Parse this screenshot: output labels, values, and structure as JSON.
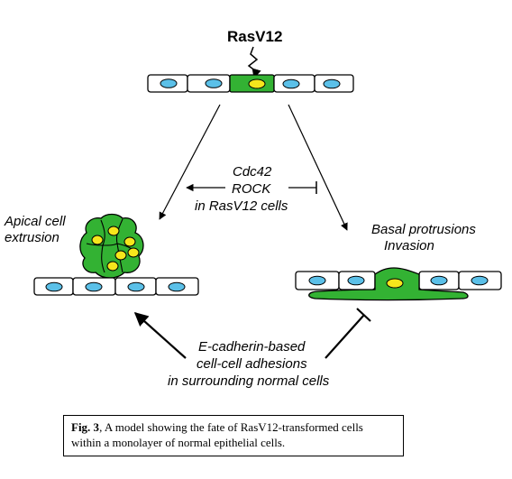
{
  "labels": {
    "rasv12": "RasV12",
    "center": [
      "Cdc42",
      "ROCK",
      "in RasV12 cells"
    ],
    "apical": [
      "Apical cell",
      "extrusion"
    ],
    "basal": [
      "Basal protrusions",
      "Invasion"
    ],
    "bottom": [
      "E-cadherin-based",
      "cell-cell adhesions",
      "in surrounding normal cells"
    ]
  },
  "caption": {
    "fig": "Fig. 3",
    "text": ", A model showing the fate of RasV12-transformed cells within a monolayer of normal epithelial cells."
  },
  "colors": {
    "transformed": "#33b233",
    "normal_nucleus": "#5bc0e8",
    "transformed_nucleus": "#f6e61c",
    "outline": "#000000"
  }
}
